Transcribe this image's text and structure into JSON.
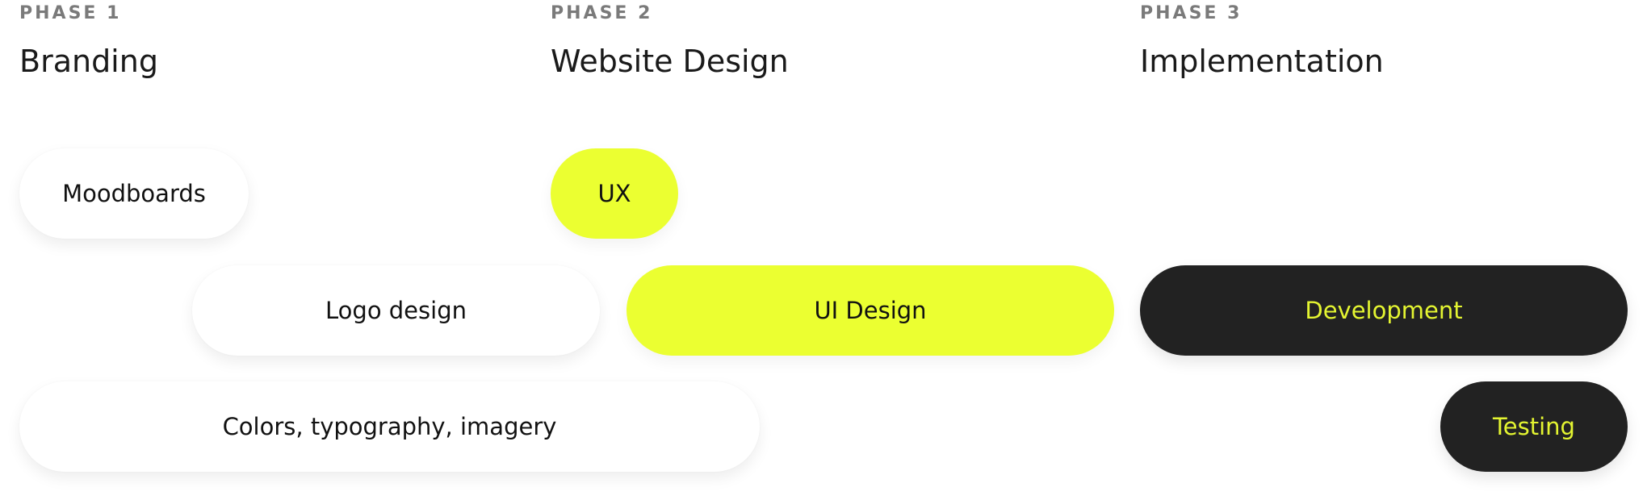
{
  "colors": {
    "accent_yellow": "#ebff31",
    "dark_pill": "#222222",
    "dark_pill_text": "#e4f531",
    "phase_label": "#7a7a7a"
  },
  "phases": [
    {
      "label": "PHASE 1",
      "title": "Branding",
      "items": [
        "Moodboards",
        "Logo design",
        "Colors, typography, imagery"
      ]
    },
    {
      "label": "PHASE 2",
      "title": "Website Design",
      "items": [
        "UX",
        "UI Design"
      ]
    },
    {
      "label": "PHASE 3",
      "title": "Implementation",
      "items": [
        "Development",
        "Testing"
      ]
    }
  ]
}
